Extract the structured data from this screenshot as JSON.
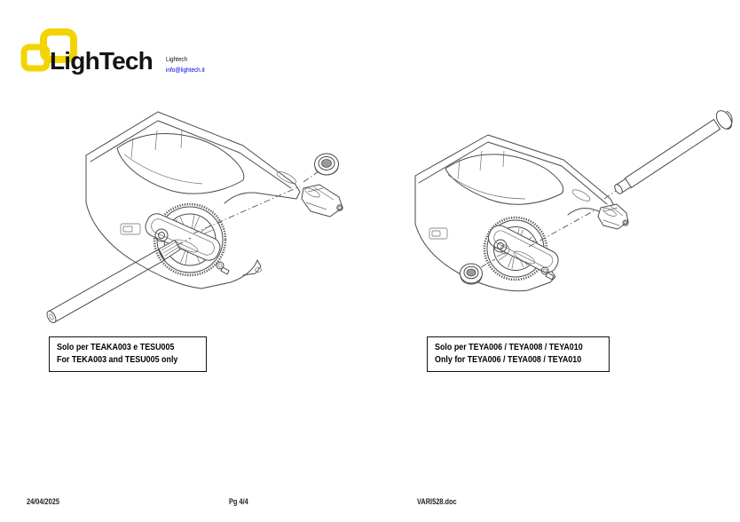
{
  "header": {
    "logo_text": "LighTech",
    "company_name": "Lightech",
    "email": "info@lightech.it",
    "brand_color": "#F3D403",
    "link_color": "#0000EE"
  },
  "figures": [
    {
      "name": "swingarm-diagram-left",
      "caption_line1": "Solo per TEAKA003 e TESU005",
      "caption_line2": "For TEKA003 and TESU005 only"
    },
    {
      "name": "swingarm-diagram-right",
      "caption_line1": "Solo per TEYA006 / TEYA008 / TEYA010",
      "caption_line2": "Only for TEYA006 / TEYA008 / TEYA010"
    }
  ],
  "footer": {
    "date": "24/04/2025",
    "page": "Pg 4/4",
    "filename": "VARI528.doc"
  }
}
